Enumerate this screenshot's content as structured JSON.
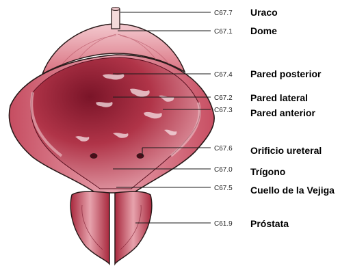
{
  "labels": [
    {
      "code": "C67.7",
      "name": "Uraco"
    },
    {
      "code": "C67.1",
      "name": "Dome"
    },
    {
      "code": "C67.4",
      "name": "Pared posterior"
    },
    {
      "code": "C67.2",
      "name": "Pared lateral"
    },
    {
      "code": "C67.3",
      "name": "Pared anterior"
    },
    {
      "code": "C67.6",
      "name": "Orificio ureteral"
    },
    {
      "code": "C67.0",
      "name": "Trígono"
    },
    {
      "code": "C67.5",
      "name": "Cuello de la Vejiga"
    },
    {
      "code": "C61.9",
      "name": "Próstata"
    }
  ],
  "colors": {
    "tissue_dark": "#8c1f33",
    "tissue_mid": "#c04a5e",
    "tissue_light": "#e9a3ae",
    "outline": "#2a1a1a"
  }
}
